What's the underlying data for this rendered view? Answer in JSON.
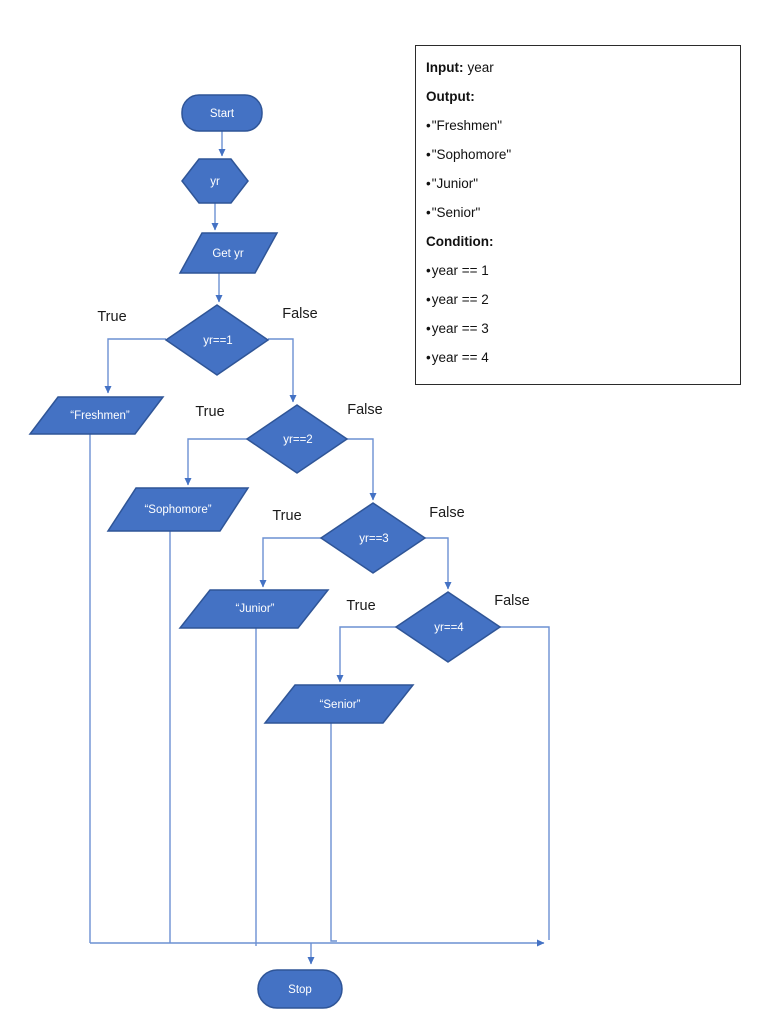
{
  "flowchart": {
    "colors": {
      "shape_fill": "#4472C4",
      "shape_border": "#2F5597",
      "connector": "#6C90D2",
      "arrow_head": "#4472C4",
      "branch_text": "#1a1a1a"
    },
    "nodes": {
      "start": {
        "label": "Start"
      },
      "year_var": {
        "label": "yr"
      },
      "get_year": {
        "label": "Get yr"
      },
      "decision1": {
        "label": "yr==1"
      },
      "decision2": {
        "label": "yr==2"
      },
      "decision3": {
        "label": "yr==3"
      },
      "decision4": {
        "label": "yr==4"
      },
      "freshmen": {
        "label": "“Freshmen”"
      },
      "sophomore": {
        "label": "“Sophomore”"
      },
      "junior": {
        "label": "“Junior”"
      },
      "senior": {
        "label": "“Senior”"
      },
      "stop": {
        "label": "Stop"
      }
    },
    "branch_labels": {
      "decision1_true": "True",
      "decision1_false": "False",
      "decision2_true": "True",
      "decision2_false": "False",
      "decision3_true": "True",
      "decision3_false": "False",
      "decision4_true": "True",
      "decision4_false": "False"
    }
  },
  "info_box": {
    "input_label": "Input:",
    "input_value": "year",
    "output_label": "Output:",
    "bullet": "•",
    "outputs": [
      "\"Freshmen\"",
      "\"Sophomore\"",
      "\"Junior\"",
      "\"Senior\""
    ],
    "condition_label": "Condition:",
    "conditions": [
      "year == 1",
      "year == 2",
      "year == 3",
      "year == 4"
    ]
  }
}
